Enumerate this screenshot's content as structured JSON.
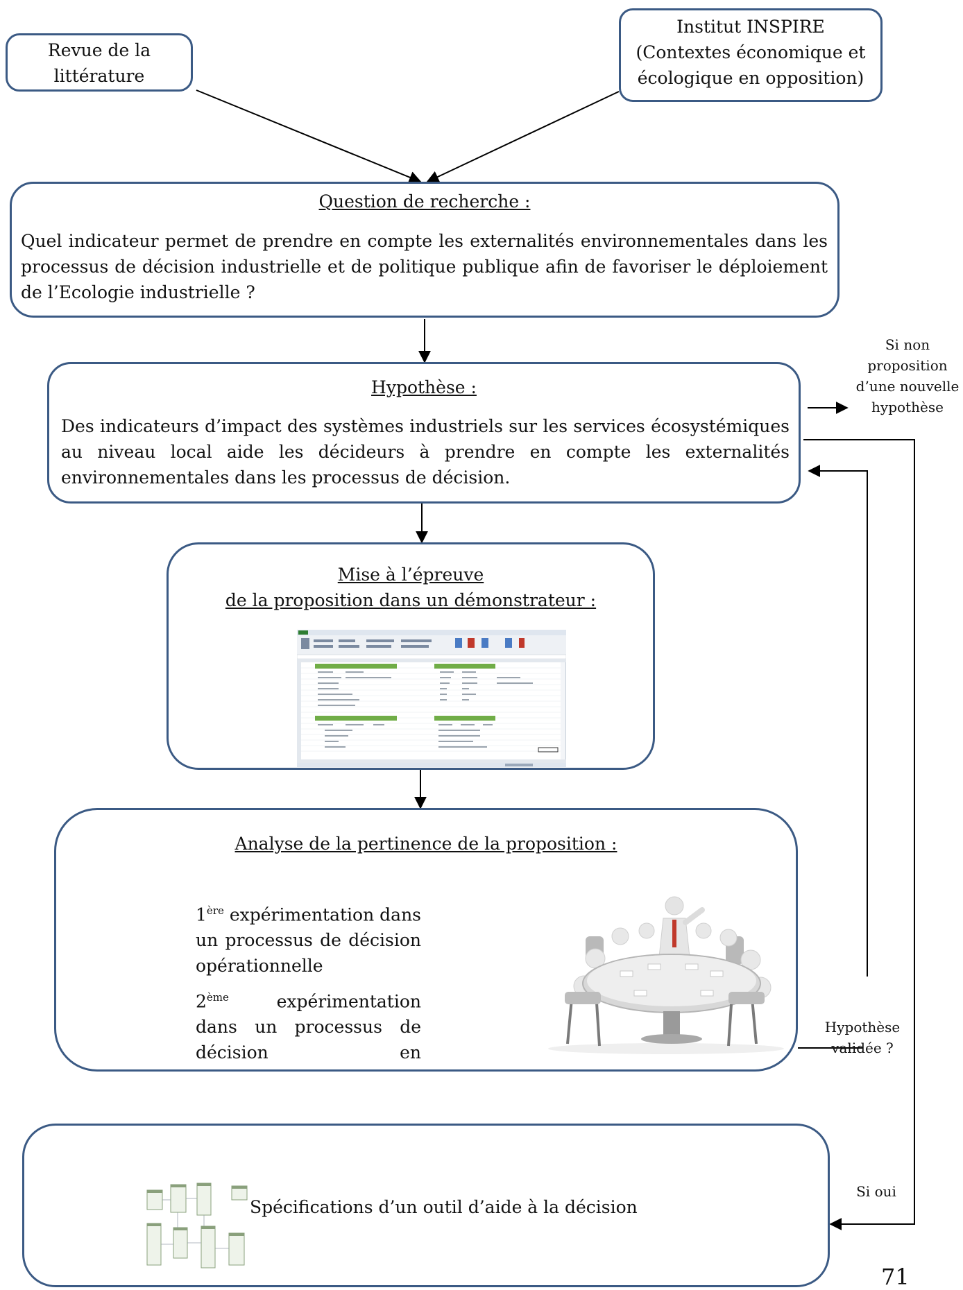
{
  "nodes": {
    "litterature": {
      "line1": "Revue de la",
      "line2": "littérature"
    },
    "inspire": {
      "line1": "Institut INSPIRE",
      "line2": "(Contextes économique et",
      "line3": "écologique en opposition)"
    },
    "question": {
      "title": "Question de recherche :",
      "text": "Quel indicateur permet de prendre en compte les externalités environnementales dans les processus de décision industrielle et de politique publique afin de favoriser le déploiement de l’Ecologie industrielle ?"
    },
    "hypothese": {
      "title": "Hypothèse :",
      "text": "Des indicateurs d’impact des systèmes industriels sur les services écosystémiques au niveau local aide les décideurs à prendre en compte les externalités environnementales dans les processus de décision."
    },
    "epreuve": {
      "title_line1": "Mise à l’épreuve",
      "title_line2": "de la proposition dans un démonstrateur :"
    },
    "analyse": {
      "title": "Analyse de la pertinence de la proposition :",
      "exp1_num": "1",
      "exp1_sup": "ère",
      "exp1_text": "expérimentation dans un processus de décision opérationnelle",
      "exp2_num": "2",
      "exp2_sup": "ème",
      "exp2_text": "expérimentation dans un processus de décision en écoconception"
    },
    "specs": {
      "text": "Spécifications d’un outil d’aide à la décision"
    }
  },
  "labels": {
    "si_non": {
      "line1": "Si non",
      "line2": "proposition",
      "line3": "d’une nouvelle",
      "line4": "hypothèse"
    },
    "hypothese_validee": {
      "line1": "Hypothèse",
      "line2": "validée ?"
    },
    "si_oui": "Si oui"
  },
  "page_number": "71",
  "colors": {
    "box_border": "#3b5a84",
    "arrow": "#000000"
  }
}
